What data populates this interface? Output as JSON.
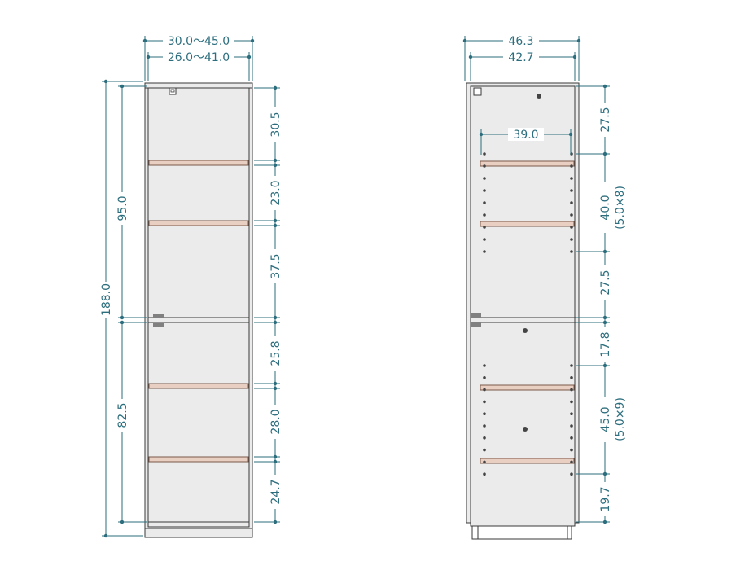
{
  "colors": {
    "dimension": "#2d6e7e",
    "cabinet_fill": "#ebebeb",
    "cabinet_stroke": "#3a3a3a",
    "shelf_fill": "#e8cfc2",
    "shelf_stroke": "#7a5a4a",
    "hole": "#444444",
    "hinge": "#808080"
  },
  "front_view": {
    "outer_width": "30.0～45.0",
    "inner_width": "26.0～41.0",
    "total_height": "188.0",
    "upper_height": "95.0",
    "lower_height": "82.5",
    "compartments": [
      "30.5",
      "23.0",
      "37.5",
      "25.8",
      "28.0",
      "24.7"
    ]
  },
  "side_view": {
    "outer_depth": "46.3",
    "inner_depth": "42.7",
    "pin_span": "39.0",
    "upper": {
      "top": "27.5",
      "adjust": "40.0",
      "adjust_note": "(5.0×8)",
      "bottom": "27.5"
    },
    "lower": {
      "top": "17.8",
      "adjust": "45.0",
      "adjust_note": "(5.0×9)",
      "bottom": "19.7"
    }
  }
}
